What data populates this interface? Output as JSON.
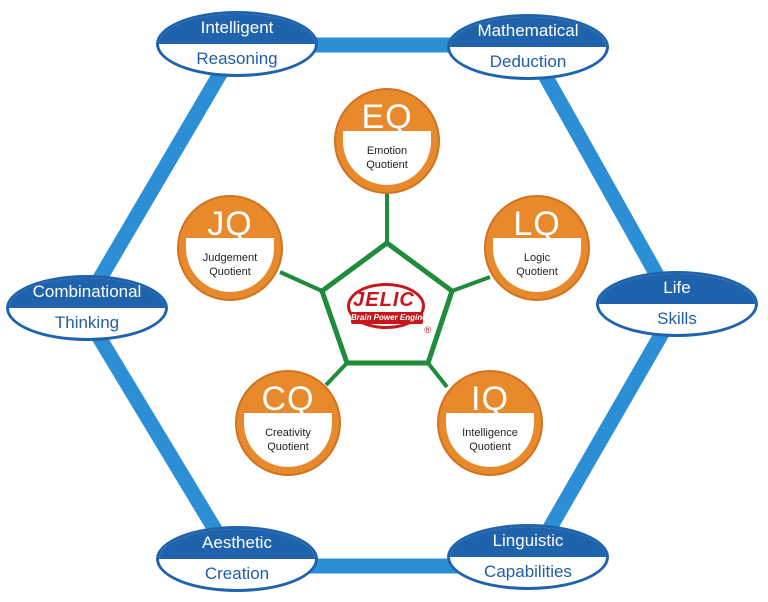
{
  "outer_nodes": [
    {
      "line1": "Intelligent",
      "line2": "Reasoning"
    },
    {
      "line1": "Mathematical",
      "line2": "Deduction"
    },
    {
      "line1": "Life",
      "line2": "Skills"
    },
    {
      "line1": "Linguistic",
      "line2": "Capabilities"
    },
    {
      "line1": "Aesthetic",
      "line2": "Creation"
    },
    {
      "line1": "Combinational",
      "line2": "Thinking"
    }
  ],
  "quotients": [
    {
      "abbr": "EQ",
      "line1": "Emotion",
      "line2": "Quotient"
    },
    {
      "abbr": "LQ",
      "line1": "Logic",
      "line2": "Quotient"
    },
    {
      "abbr": "IQ",
      "line1": "Intelligence",
      "line2": "Quotient"
    },
    {
      "abbr": "CQ",
      "line1": "Creativity",
      "line2": "Quotient"
    },
    {
      "abbr": "JQ",
      "line1": "Judgement",
      "line2": "Quotient"
    }
  ],
  "center_logo": {
    "brand": "JELIC",
    "tagline": "Brain Power Engine",
    "registered": "®"
  },
  "colors": {
    "hexagon": "#2c8fd6",
    "node_blue": "#1f63ac",
    "quotient_orange": "#e8892b",
    "pentagon": "#1e8c3a",
    "logo_red": "#c8161d"
  }
}
